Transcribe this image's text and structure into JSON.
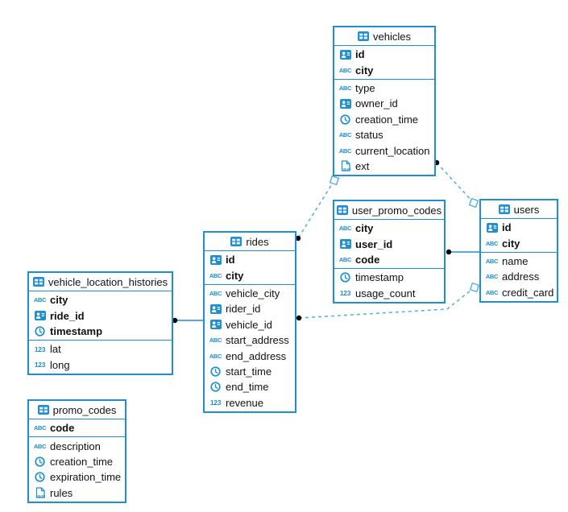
{
  "palette": {
    "table_border": "#1d8fd2",
    "icon_blue": "#1d8fd2",
    "relation_dashed": "#5fb0e2",
    "relation_solid": "#1d8fd2",
    "endpoint_dot": "#000000",
    "background": "#ffffff",
    "text": "#111111"
  },
  "icons": {
    "text_label": "ABC",
    "number_label": "123",
    "json_label": "JSON"
  },
  "tables": {
    "vehicles": {
      "title": "vehicles",
      "columns": [
        {
          "name": "id",
          "icon": "id",
          "key": true
        },
        {
          "name": "city",
          "icon": "text",
          "key": true
        },
        {
          "name": "type",
          "icon": "text",
          "key": false
        },
        {
          "name": "owner_id",
          "icon": "id",
          "key": false
        },
        {
          "name": "creation_time",
          "icon": "time",
          "key": false
        },
        {
          "name": "status",
          "icon": "text",
          "key": false
        },
        {
          "name": "current_location",
          "icon": "text",
          "key": false
        },
        {
          "name": "ext",
          "icon": "json",
          "key": false
        }
      ]
    },
    "user_promo_codes": {
      "title": "user_promo_codes",
      "columns": [
        {
          "name": "city",
          "icon": "text",
          "key": true
        },
        {
          "name": "user_id",
          "icon": "id",
          "key": true
        },
        {
          "name": "code",
          "icon": "text",
          "key": true
        },
        {
          "name": "timestamp",
          "icon": "time",
          "key": false
        },
        {
          "name": "usage_count",
          "icon": "number",
          "key": false
        }
      ]
    },
    "users": {
      "title": "users",
      "columns": [
        {
          "name": "id",
          "icon": "id",
          "key": true
        },
        {
          "name": "city",
          "icon": "text",
          "key": true
        },
        {
          "name": "name",
          "icon": "text",
          "key": false
        },
        {
          "name": "address",
          "icon": "text",
          "key": false
        },
        {
          "name": "credit_card",
          "icon": "text",
          "key": false
        }
      ]
    },
    "rides": {
      "title": "rides",
      "columns": [
        {
          "name": "id",
          "icon": "id",
          "key": true
        },
        {
          "name": "city",
          "icon": "text",
          "key": true
        },
        {
          "name": "vehicle_city",
          "icon": "text",
          "key": false
        },
        {
          "name": "rider_id",
          "icon": "id",
          "key": false
        },
        {
          "name": "vehicle_id",
          "icon": "id",
          "key": false
        },
        {
          "name": "start_address",
          "icon": "text",
          "key": false
        },
        {
          "name": "end_address",
          "icon": "text",
          "key": false
        },
        {
          "name": "start_time",
          "icon": "time",
          "key": false
        },
        {
          "name": "end_time",
          "icon": "time",
          "key": false
        },
        {
          "name": "revenue",
          "icon": "number",
          "key": false
        }
      ]
    },
    "vehicle_location_histories": {
      "title": "vehicle_location_histories",
      "columns": [
        {
          "name": "city",
          "icon": "text",
          "key": true
        },
        {
          "name": "ride_id",
          "icon": "id",
          "key": true
        },
        {
          "name": "timestamp",
          "icon": "time",
          "key": true
        },
        {
          "name": "lat",
          "icon": "number",
          "key": false
        },
        {
          "name": "long",
          "icon": "number",
          "key": false
        }
      ]
    },
    "promo_codes": {
      "title": "promo_codes",
      "columns": [
        {
          "name": "code",
          "icon": "text",
          "key": true
        },
        {
          "name": "description",
          "icon": "text",
          "key": false
        },
        {
          "name": "creation_time",
          "icon": "time",
          "key": false
        },
        {
          "name": "expiration_time",
          "icon": "time",
          "key": false
        },
        {
          "name": "rules",
          "icon": "json",
          "key": false
        }
      ]
    }
  },
  "relations": [
    {
      "from": "rides",
      "to": "vehicles",
      "line": "dashed"
    },
    {
      "from": "vehicles",
      "to": "users",
      "line": "dashed"
    },
    {
      "from": "rides",
      "to": "users",
      "line": "dashed"
    },
    {
      "from": "user_promo_codes",
      "to": "users",
      "line": "solid"
    },
    {
      "from": "vehicle_location_histories",
      "to": "rides",
      "line": "solid"
    }
  ]
}
